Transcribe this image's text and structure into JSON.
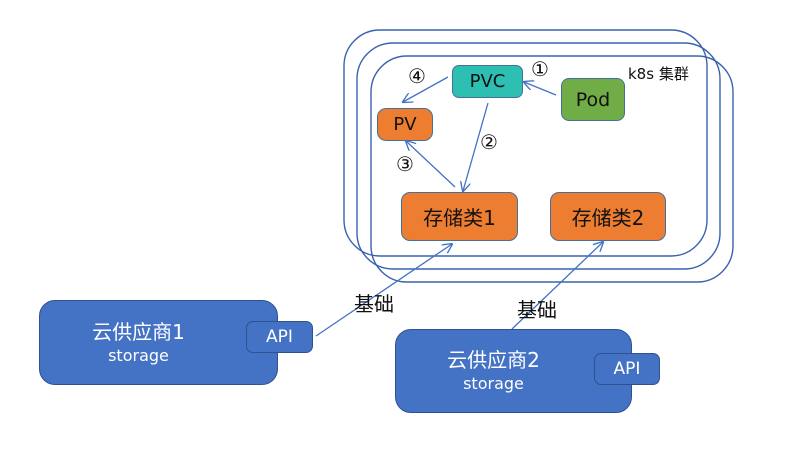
{
  "diagram": {
    "cluster_label": "k8s 集群",
    "nodes": {
      "pvc": "PVC",
      "pod": "Pod",
      "pv": "PV",
      "storage_class_1": "存储类1",
      "storage_class_2": "存储类2"
    },
    "steps": {
      "step1": "①",
      "step2": "②",
      "step3": "③",
      "step4": "④"
    },
    "providers": [
      {
        "name": "云供应商1",
        "sub": "storage",
        "api": "API"
      },
      {
        "name": "云供应商2",
        "sub": "storage",
        "api": "API"
      }
    ],
    "edge_labels": {
      "foundation_1": "基础",
      "foundation_2": "基础"
    },
    "colors": {
      "line": "#4472c4",
      "orange": "#ed7d31",
      "teal": "#2ebfb3",
      "green": "#70ad47",
      "blue": "#4472c4"
    }
  }
}
